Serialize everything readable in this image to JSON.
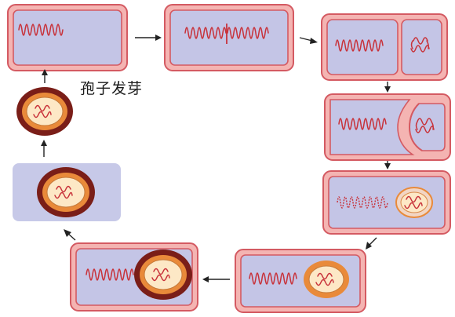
{
  "diagram": {
    "label_germination": "孢子发芽",
    "colors": {
      "wall": "#d45a62",
      "wall_fill": "#f4b4b2",
      "cytoplasm": "#c4c5e6",
      "dna": "#c8323a",
      "spore_dark": "#7a1e18",
      "spore_orange": "#e98a3a",
      "spore_core": "#fde8c6",
      "arrow": "#222222"
    },
    "stages": [
      {
        "id": "vegetative-cell"
      },
      {
        "id": "dna-replication"
      },
      {
        "id": "asymmetric-septum"
      },
      {
        "id": "engulfment"
      },
      {
        "id": "forespore"
      },
      {
        "id": "cortex-formation"
      },
      {
        "id": "coat-formation"
      },
      {
        "id": "spore-release"
      },
      {
        "id": "free-spore"
      }
    ]
  }
}
